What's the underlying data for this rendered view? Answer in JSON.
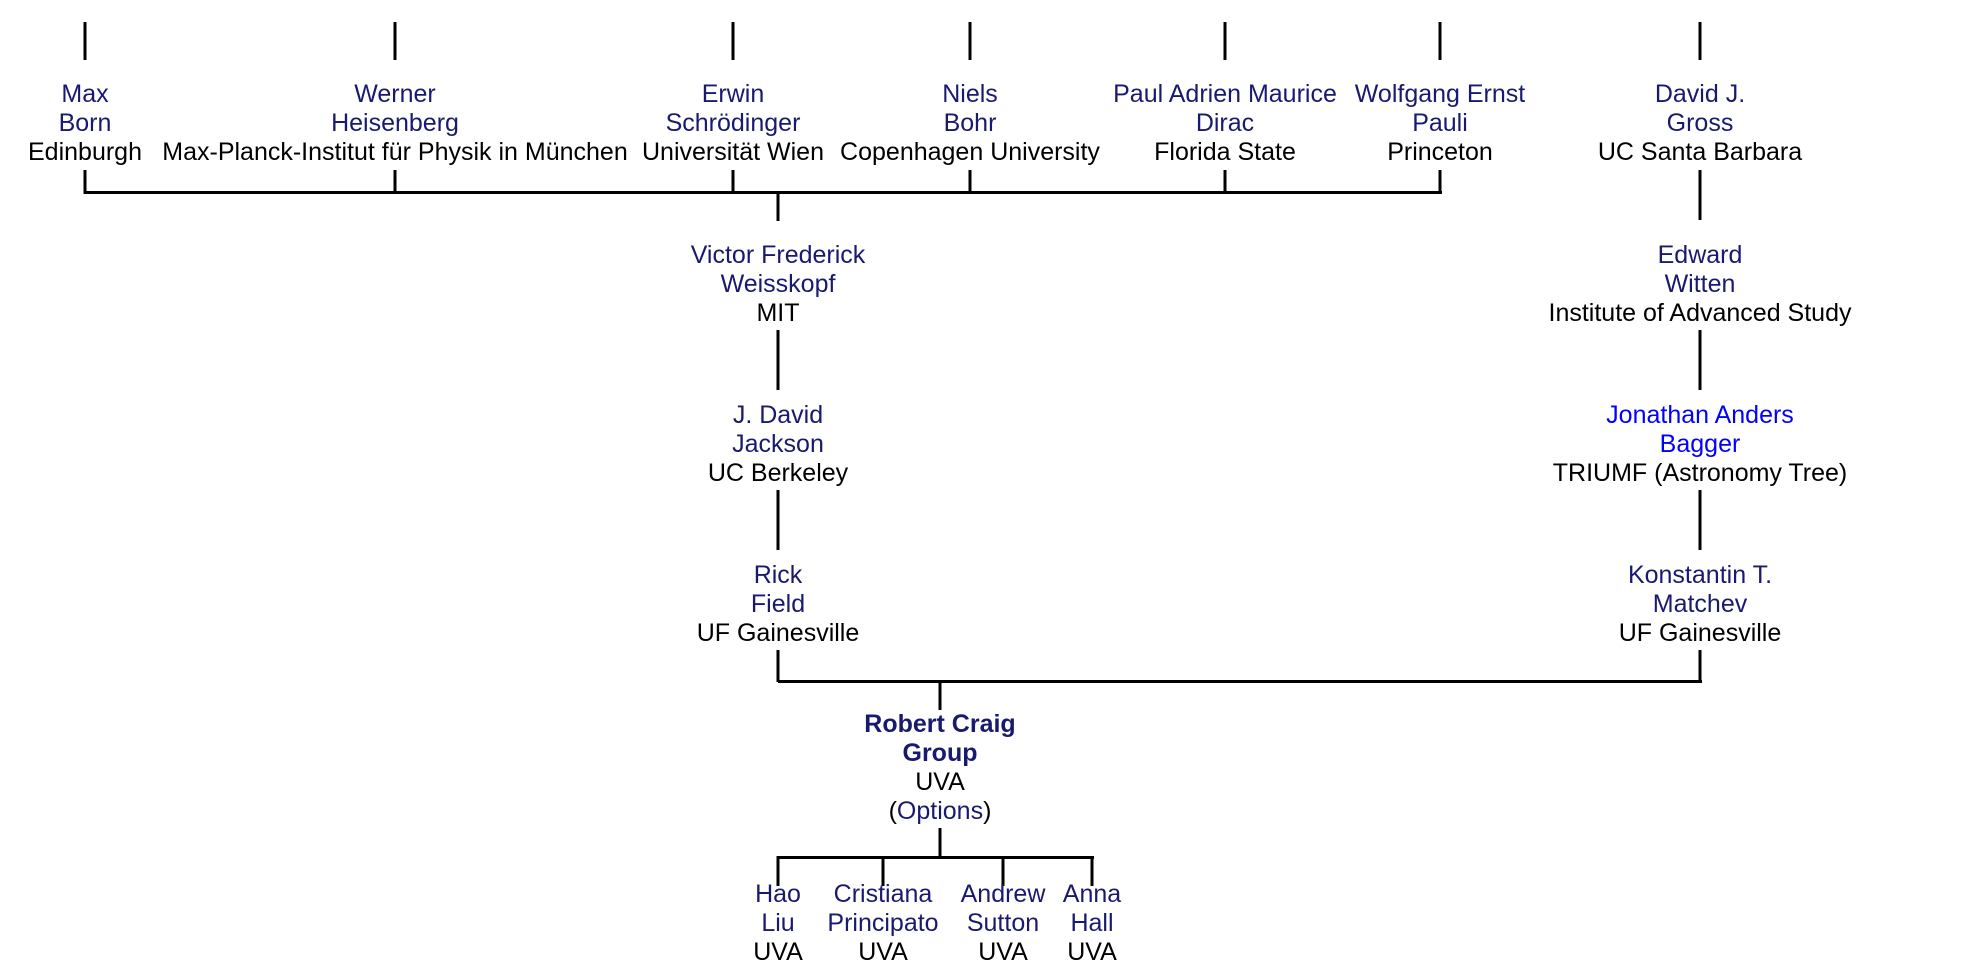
{
  "diagram": {
    "title": "Academic Genealogy Tree",
    "colors": {
      "name": "#191970",
      "institution": "#000000",
      "link": "#0000ff",
      "line": "#000000",
      "background": "#ffffff"
    }
  },
  "nodes": {
    "born": {
      "name": "Max",
      "surname": "Born",
      "institution": "Edinburgh"
    },
    "heisenberg": {
      "name": "Werner",
      "surname": "Heisenberg",
      "institution": "Max-Planck-Institut für Physik in München"
    },
    "schrodinger": {
      "name": "Erwin",
      "surname": "Schrödinger",
      "institution": "Universität Wien"
    },
    "bohr": {
      "name": "Niels",
      "surname": "Bohr",
      "institution": "Copenhagen University"
    },
    "dirac": {
      "name": "Paul Adrien Maurice",
      "surname": "Dirac",
      "institution": "Florida State"
    },
    "pauli": {
      "name": "Wolfgang Ernst",
      "surname": "Pauli",
      "institution": "Princeton"
    },
    "gross": {
      "name": "David J.",
      "surname": "Gross",
      "institution": "UC Santa Barbara"
    },
    "weisskopf": {
      "name": "Victor Frederick",
      "surname": "Weisskopf",
      "institution": "MIT"
    },
    "witten": {
      "name": "Edward",
      "surname": "Witten",
      "institution": "Institute of Advanced Study"
    },
    "jackson": {
      "name": "J. David",
      "surname": "Jackson",
      "institution": "UC Berkeley"
    },
    "bagger": {
      "name": "Jonathan Anders",
      "surname": "Bagger",
      "institution": "TRIUMF (Astronomy Tree)"
    },
    "field": {
      "name": "Rick",
      "surname": "Field",
      "institution": "UF Gainesville"
    },
    "matchev": {
      "name": "Konstantin T.",
      "surname": "Matchev",
      "institution": "UF Gainesville"
    },
    "group": {
      "name": "Robert Craig",
      "surname": "Group",
      "institution": "UVA",
      "options_open": "(",
      "options_word": "Options",
      "options_close": ")"
    },
    "liu": {
      "name": "Hao",
      "surname": "Liu",
      "institution": "UVA"
    },
    "principato": {
      "name": "Cristiana",
      "surname": "Principato",
      "institution": "UVA"
    },
    "sutton": {
      "name": "Andrew",
      "surname": "Sutton",
      "institution": "UVA"
    },
    "hall": {
      "name": "Anna",
      "surname": "Hall",
      "institution": "UVA"
    }
  }
}
